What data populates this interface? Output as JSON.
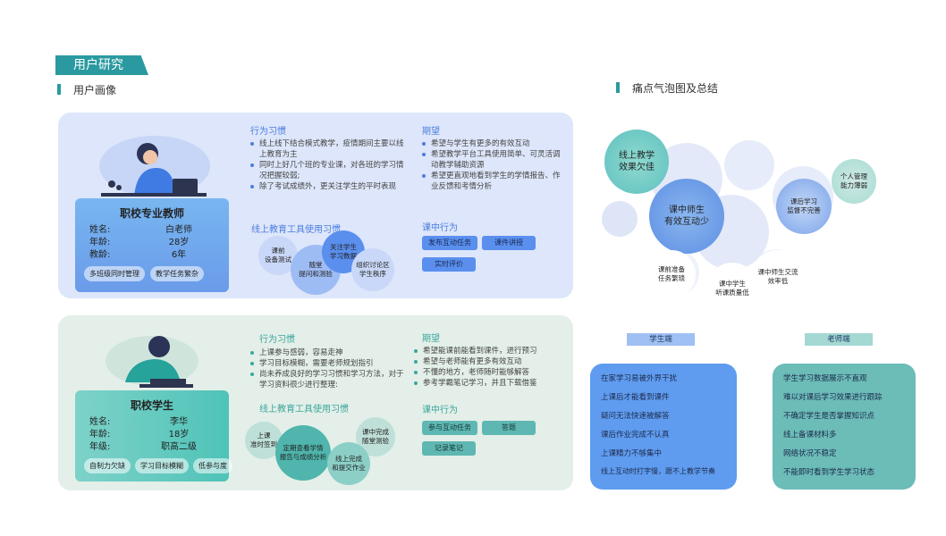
{
  "header": {
    "section": "用户研究",
    "persona_title": "用户画像",
    "bubble_title": "痛点气泡图及总结"
  },
  "teacher": {
    "card": {
      "title": "职校专业教师",
      "rows": [
        {
          "k": "姓名:",
          "v": "白老师"
        },
        {
          "k": "年龄:",
          "v": "28岁"
        },
        {
          "k": "教龄:",
          "v": "6年"
        }
      ],
      "tags": [
        "多班级同时管理",
        "教学任务繁杂"
      ]
    },
    "behavior": {
      "title": "行为习惯",
      "items": [
        "线上线下结合模式教学，疫情期间主要以线上教育为主",
        "同时上好几个班的专业课，对各班的学习情况把握较弱;",
        "除了考试成绩外，更关注学生的平时表现"
      ]
    },
    "expect": {
      "title": "期望",
      "items": [
        "希望与学生有更多的有效互动",
        "希望教学平台工具使用简单、可灵活调动教学辅助资源",
        "希望更直观地看到学生的学情报告、作业反馈和考情分析"
      ]
    },
    "tools": {
      "title": "线上教育工具使用习惯",
      "bubbles": [
        "课前\n设备测试",
        "随堂\n提问和测验",
        "关注学生\n学习数据",
        "组织讨论区\n学生秩序"
      ]
    },
    "inclass": {
      "title": "课中行为",
      "actions": [
        "发布互动任务",
        "课件讲授",
        "实时评价"
      ]
    }
  },
  "student": {
    "card": {
      "title": "职校学生",
      "rows": [
        {
          "k": "姓名:",
          "v": "李华"
        },
        {
          "k": "年龄:",
          "v": "18岁"
        },
        {
          "k": "年级:",
          "v": "职高二级"
        }
      ],
      "tags": [
        "自制力欠缺",
        "学习目标模糊",
        "低参与度"
      ]
    },
    "behavior": {
      "title": "行为习惯",
      "items": [
        "上课参与感弱，容易走神",
        "学习目标模糊，需要老师规划指引",
        "尚未养成良好的学习习惯和学习方法，对于学习资料很少进行整理:"
      ]
    },
    "expect": {
      "title": "期望",
      "items": [
        "希望能课前能看到课件，进行预习",
        "希望与老师能有更多有效互动",
        "不懂的地方，老师随时能够解答",
        "参考学霸笔记学习，并且下载借鉴"
      ]
    },
    "tools": {
      "title": "线上教育工具使用习惯",
      "bubbles": [
        "上课\n准时签到",
        "定期查看学情\n报告与成绩分析",
        "课中完成\n随堂测验",
        "线上完成\n和提交作业"
      ]
    },
    "inclass": {
      "title": "课中行为",
      "actions": [
        "参与互动任务",
        "答题",
        "记录笔记"
      ]
    }
  },
  "painpoints": {
    "bubbles": [
      "线上教学\n效果欠佳",
      "课中师生\n有效互动少",
      "课后学习\n监督不完善",
      "个人管理\n能力薄弱",
      "课前准备\n任务繁琐",
      "课中学生\n听课质量低",
      "课中师生交流\n效率低"
    ]
  },
  "summary": {
    "student_label": "学生端",
    "teacher_label": "老师端",
    "student_items": [
      "在家学习易被外界干扰",
      "上课后才能看到课件",
      "疑问无法快速被解答",
      "课后作业完成不认真",
      "上课精力不够集中",
      "线上互动时打字慢，跟不上教学节奏"
    ],
    "teacher_items": [
      "学生学习数据展示不直观",
      "难以对课后学习效果进行跟踪",
      "不确定学生是否掌握知识点",
      "线上备课材料多",
      "网络状况不稳定",
      "不能即时看到学生学习状态"
    ]
  },
  "colors": {
    "accent": "#2a9aa0",
    "blue": "#5a8fee",
    "teal": "#5fb7b3"
  }
}
